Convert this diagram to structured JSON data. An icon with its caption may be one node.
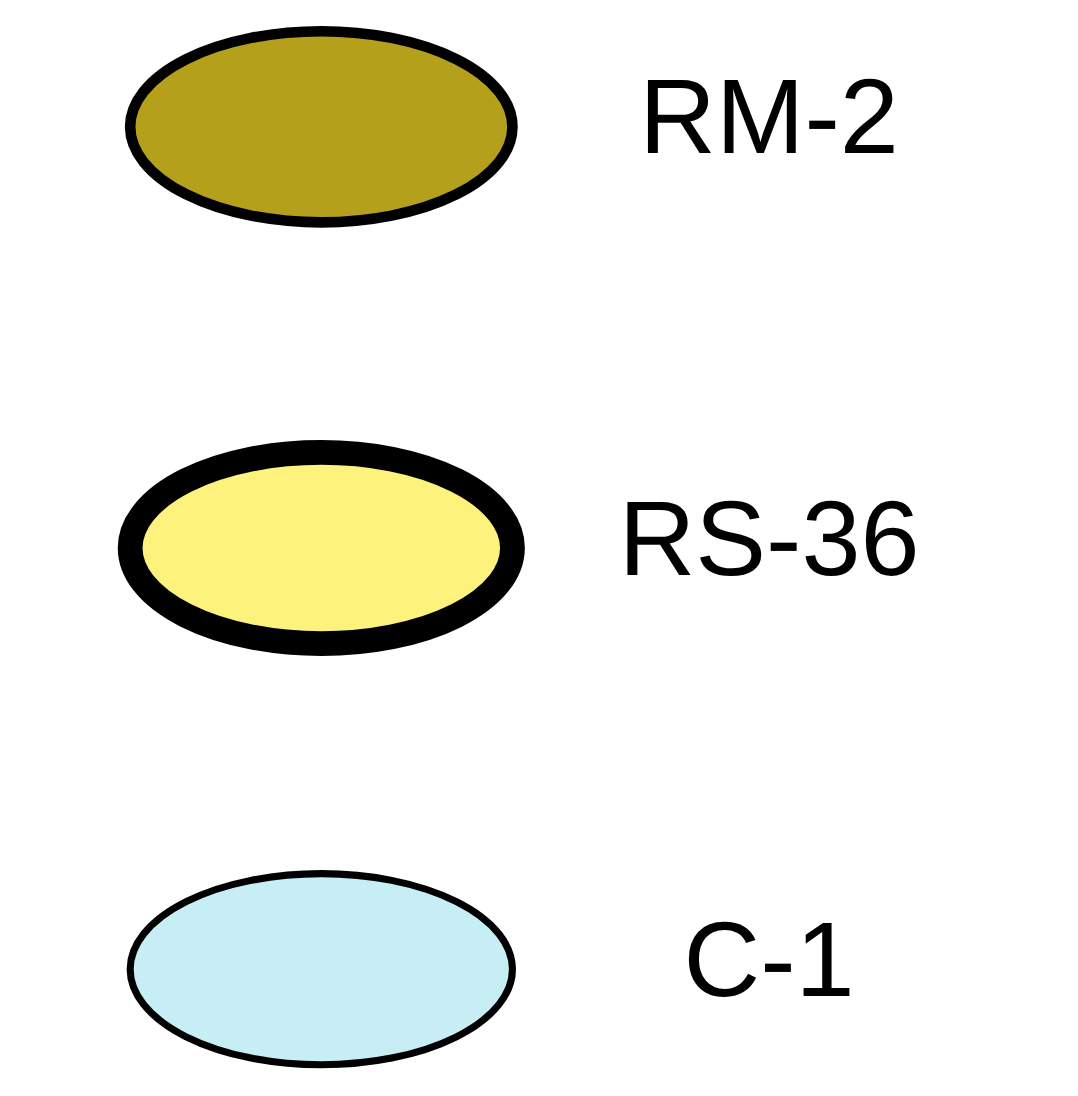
{
  "diagram": {
    "nodes": [
      {
        "text": [],
        "shape": "ellipse",
        "beside": [
          "RM-2"
        ]
      },
      {
        "text": [],
        "shape": "ellipse",
        "beside": [
          "RS-36"
        ]
      },
      {
        "text": [],
        "shape": "ellipse",
        "beside": [
          "C-1"
        ]
      }
    ]
  }
}
